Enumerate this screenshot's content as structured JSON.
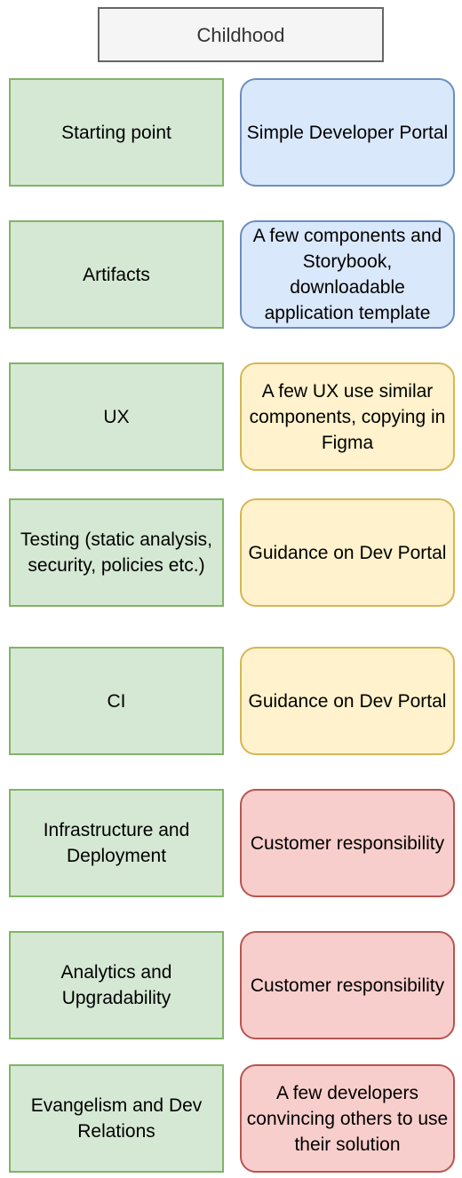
{
  "header": {
    "label": "Childhood"
  },
  "colors": {
    "left_fill": "#d5e8d4",
    "left_stroke": "#82b366",
    "blue_fill": "#dae8fc",
    "blue_stroke": "#6c8ebf",
    "yellow_fill": "#fff2cc",
    "yellow_stroke": "#d6b656",
    "red_fill": "#f8cecc",
    "red_stroke": "#b85450"
  },
  "rows": [
    {
      "aspect": "Starting point",
      "description": "Simple Developer Portal",
      "color": "blue"
    },
    {
      "aspect": "Artifacts",
      "description": "A few components and Storybook, downloadable application template",
      "color": "blue"
    },
    {
      "aspect": "UX",
      "description": "A few UX use similar components, copying in Figma",
      "color": "yellow"
    },
    {
      "aspect": "Testing (static analysis, security, policies etc.)",
      "description": "Guidance on Dev Portal",
      "color": "yellow"
    },
    {
      "aspect": "CI",
      "description": "Guidance on Dev Portal",
      "color": "yellow"
    },
    {
      "aspect": "Infrastructure and Deployment",
      "description": "Customer responsibility",
      "color": "red"
    },
    {
      "aspect": "Analytics and Upgradability",
      "description": "Customer responsibility",
      "color": "red"
    },
    {
      "aspect": "Evangelism and Dev Relations",
      "description": "A few developers convincing others to use their solution",
      "color": "red"
    }
  ]
}
